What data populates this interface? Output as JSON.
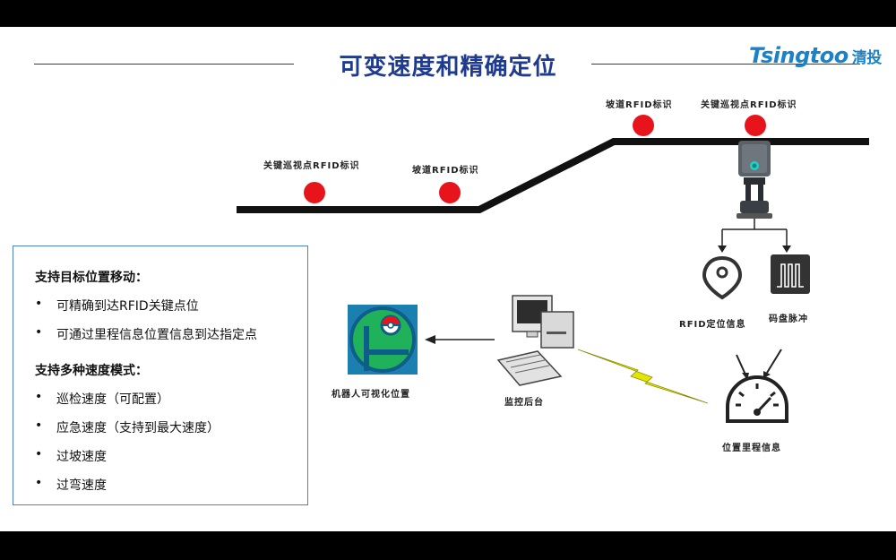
{
  "title": "可变速度和精确定位",
  "logo": {
    "text": "Tsingtoo",
    "cn": "清投"
  },
  "labels": {
    "key_rfid_left": "关键巡视点RFID标识",
    "slope_rfid_left": "坡道RFID标识",
    "slope_rfid_top": "坡道RFID标识",
    "key_rfid_top": "关键巡视点RFID标识",
    "rfid_location": "RFID定位信息",
    "encoder_pulse": "码盘脉冲",
    "robot_visual": "机器人可视化位置",
    "monitor_backend": "监控后台",
    "position_odometer": "位置里程信息"
  },
  "info_box": {
    "heading1": "支持目标位置移动：",
    "items1": [
      "可精确到达RFID关键点位",
      "可通过里程信息位置信息到达指定点"
    ],
    "heading2": "支持多种速度模式：",
    "items2": [
      "巡检速度（可配置）",
      "应急速度（支持到最大速度）",
      "过坡速度",
      "过弯速度"
    ]
  },
  "colors": {
    "title": "#1f3b8f",
    "marker": "#e8141c",
    "box_border": "#4d7fd0",
    "logo": "#1a82c8",
    "track": "#111111",
    "bolt": "#e3e600"
  }
}
